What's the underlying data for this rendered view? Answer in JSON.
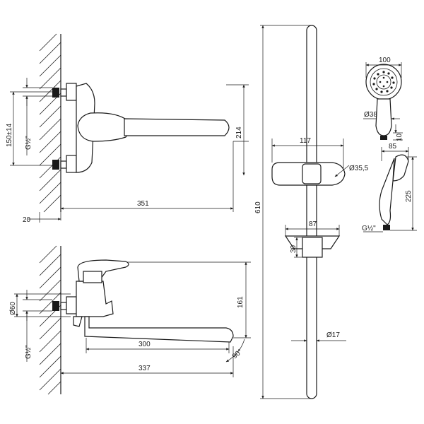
{
  "drawing": {
    "front_view": {
      "width": "351",
      "height": "214",
      "centers": "150±14",
      "connection": "G½\"",
      "wall_offset": "20"
    },
    "side_view": {
      "height": "161",
      "spout_length": "300",
      "total_length": "337",
      "swivel_angle": "90°",
      "diameter": "Ø60",
      "connection": "G½\""
    },
    "rail": {
      "length": "610",
      "holder_width": "117",
      "holder_diameter": "Ø35,5",
      "bracket_width": "87",
      "bracket_height": "30",
      "bar_diameter": "Ø17"
    },
    "shower_head": {
      "width": "100",
      "handle_diameter": "Ø38",
      "handle_width": "10",
      "depth": "85",
      "length": "225",
      "connection": "G½\""
    }
  }
}
